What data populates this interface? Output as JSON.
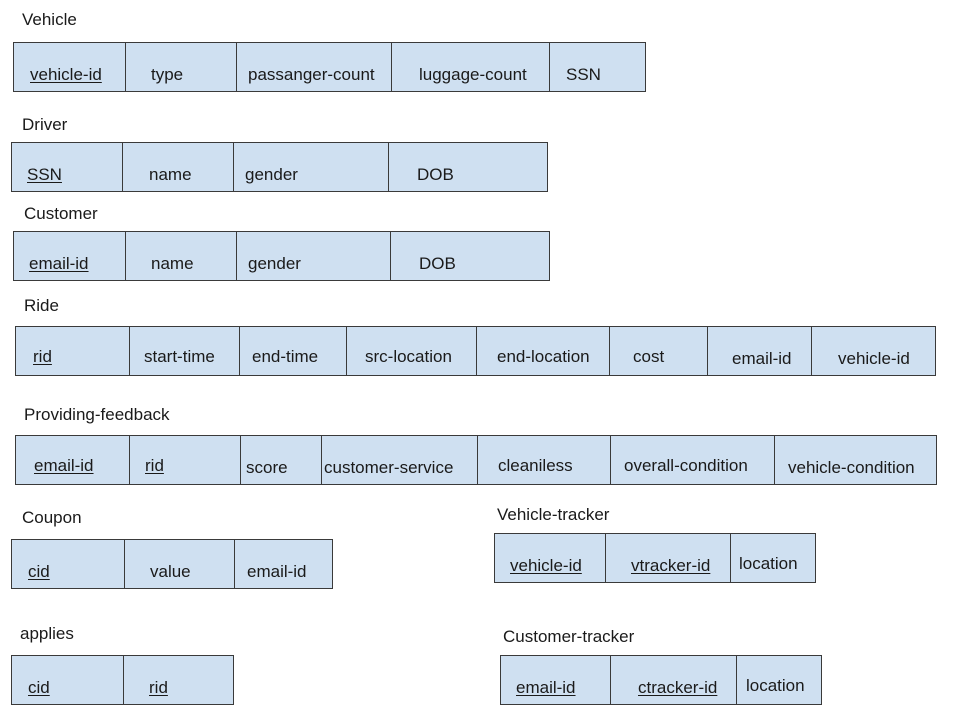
{
  "schemas": {
    "vehicle": {
      "title": "Vehicle",
      "attributes": [
        {
          "name": "vehicle-id",
          "primary_key": true
        },
        {
          "name": "type",
          "primary_key": false
        },
        {
          "name": "passanger-count",
          "primary_key": false
        },
        {
          "name": "luggage-count",
          "primary_key": false
        },
        {
          "name": "SSN",
          "primary_key": false
        }
      ]
    },
    "driver": {
      "title": "Driver",
      "attributes": [
        {
          "name": "SSN",
          "primary_key": true
        },
        {
          "name": "name",
          "primary_key": false
        },
        {
          "name": "gender",
          "primary_key": false
        },
        {
          "name": "DOB",
          "primary_key": false
        }
      ]
    },
    "customer": {
      "title": "Customer",
      "attributes": [
        {
          "name": "email-id",
          "primary_key": true
        },
        {
          "name": "name",
          "primary_key": false
        },
        {
          "name": "gender",
          "primary_key": false
        },
        {
          "name": "DOB",
          "primary_key": false
        }
      ]
    },
    "ride": {
      "title": "Ride",
      "attributes": [
        {
          "name": "rid",
          "primary_key": true
        },
        {
          "name": "start-time",
          "primary_key": false
        },
        {
          "name": "end-time",
          "primary_key": false
        },
        {
          "name": "src-location",
          "primary_key": false
        },
        {
          "name": "end-location",
          "primary_key": false
        },
        {
          "name": "cost",
          "primary_key": false
        },
        {
          "name": "email-id",
          "primary_key": false
        },
        {
          "name": "vehicle-id",
          "primary_key": false
        }
      ]
    },
    "providing_feedback": {
      "title": "Providing-feedback",
      "attributes": [
        {
          "name": "email-id",
          "primary_key": true
        },
        {
          "name": "rid",
          "primary_key": true
        },
        {
          "name": "score",
          "primary_key": false
        },
        {
          "name": "customer-service",
          "primary_key": false
        },
        {
          "name": "cleaniless",
          "primary_key": false
        },
        {
          "name": "overall-condition",
          "primary_key": false
        },
        {
          "name": "vehicle-condition",
          "primary_key": false
        }
      ]
    },
    "coupon": {
      "title": "Coupon",
      "attributes": [
        {
          "name": "cid",
          "primary_key": true
        },
        {
          "name": "value",
          "primary_key": false
        },
        {
          "name": "email-id",
          "primary_key": false
        }
      ]
    },
    "vehicle_tracker": {
      "title": "Vehicle-tracker",
      "attributes": [
        {
          "name": "vehicle-id",
          "primary_key": true
        },
        {
          "name": "vtracker-id",
          "primary_key": true
        },
        {
          "name": "location",
          "primary_key": false
        }
      ]
    },
    "applies": {
      "title": "applies",
      "attributes": [
        {
          "name": "cid",
          "primary_key": true
        },
        {
          "name": "rid",
          "primary_key": true
        }
      ]
    },
    "customer_tracker": {
      "title": "Customer-tracker",
      "attributes": [
        {
          "name": "email-id",
          "primary_key": true
        },
        {
          "name": "ctracker-id",
          "primary_key": true
        },
        {
          "name": "location",
          "primary_key": false
        }
      ]
    }
  }
}
